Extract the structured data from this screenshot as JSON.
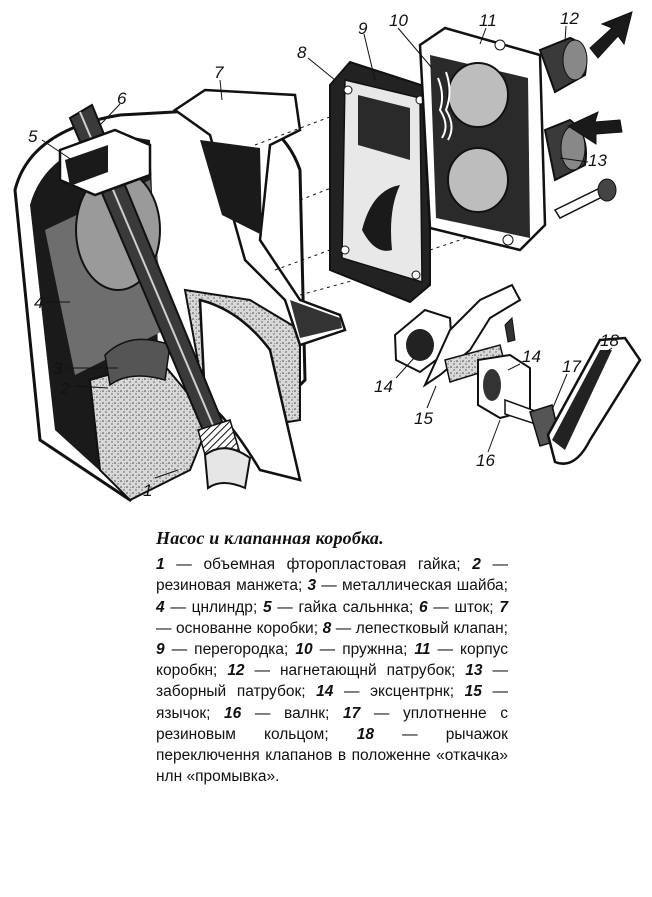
{
  "caption": {
    "title": "Насос и клапанная коробка.",
    "legend": [
      {
        "num": "1",
        "text": "объемная фторопластовая гайка"
      },
      {
        "num": "2",
        "text": "резиновая манжета"
      },
      {
        "num": "3",
        "text": "металлическая шайба"
      },
      {
        "num": "4",
        "text": "цнлиндр"
      },
      {
        "num": "5",
        "text": "гайка сальннка"
      },
      {
        "num": "6",
        "text": "шток"
      },
      {
        "num": "7",
        "text": "основанне коробки"
      },
      {
        "num": "8",
        "text": "лепестковый клапан"
      },
      {
        "num": "9",
        "text": "перегородка"
      },
      {
        "num": "10",
        "text": "пружнна"
      },
      {
        "num": "11",
        "text": "корпус коробкн"
      },
      {
        "num": "12",
        "text": "нагнетающнй патрубок"
      },
      {
        "num": "13",
        "text": "заборный патрубок"
      },
      {
        "num": "14",
        "text": "эксцентрнк"
      },
      {
        "num": "15",
        "text": "язычок"
      },
      {
        "num": "16",
        "text": "валнк"
      },
      {
        "num": "17",
        "text": "уплотненне с резиновым кольцом"
      },
      {
        "num": "18",
        "text": "рычажок переключення клапанов в положенне «откачка» нлн «промывка»."
      }
    ]
  },
  "callouts": [
    "1",
    "2",
    "3",
    "4",
    "5",
    "6",
    "7",
    "8",
    "9",
    "10",
    "11",
    "12",
    "13",
    "14",
    "14",
    "15",
    "16",
    "17",
    "18"
  ],
  "colors": {
    "ink": "#111111",
    "paper": "#ffffff",
    "grey": "#bdbdbd"
  }
}
